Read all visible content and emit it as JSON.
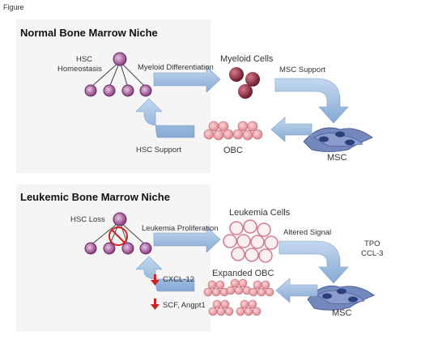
{
  "figure_label": "Figure",
  "normal": {
    "title": "Normal Bone Marrow Niche",
    "hsc_label_1": "HSC",
    "hsc_label_2": "Homeostasis",
    "arrow_myeloid": "Myeloid Differentiation",
    "myeloid_cells": "Myeloid Cells",
    "msc_support": "MSC Support",
    "msc": "MSC",
    "obc": "OBC",
    "hsc_support": "HSC Support"
  },
  "leukemic": {
    "title": "Leukemic Bone Marrow Niche",
    "hsc_loss": "HSC Loss",
    "arrow_prolif": "Leukemia Proliferation",
    "leukemia_cells": "Leukemia Cells",
    "altered_signal": "Altered Signal",
    "tpo": "TPO",
    "ccl3": "CCL-3",
    "msc": "MSC",
    "expanded_obc": "Expanded OBC",
    "cxcl12": "CXCL-12",
    "scf": "SCF, Angpt1"
  },
  "colors": {
    "arrow_blue": "#9dbde0",
    "hsc_purple": "#9b3f8c",
    "myeloid_red": "#8a2a3a",
    "obc_pink": "#e89aa0",
    "msc_blue": "#5b76b0",
    "down_red": "#cc2222"
  }
}
